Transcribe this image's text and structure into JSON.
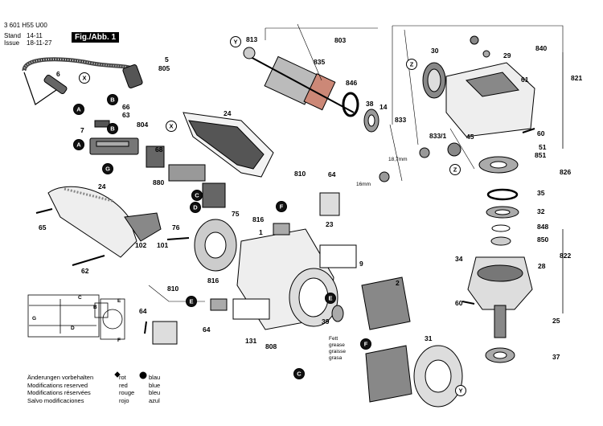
{
  "header": {
    "doc_number": "3 601 H55 U00",
    "stand_label": "Stand",
    "stand_value": "14-11",
    "issue_label": "Issue",
    "issue_value": "18-11-27",
    "figure_label": "Fig./Abb. 1"
  },
  "legend": {
    "changes": [
      "Änderungen vorbehalten",
      "Modifications reserved",
      "Modifications réservées",
      "Salvo modificaciones"
    ],
    "red": [
      "rot",
      "red",
      "rouge",
      "rojo"
    ],
    "blue": [
      "blau",
      "blue",
      "bleu",
      "azul"
    ]
  },
  "grease_note": [
    "Fett",
    "grease",
    "graisse",
    "grasa"
  ],
  "dims": {
    "d1": "18,7mm",
    "d2": "16mm"
  },
  "part_numbers": [
    "813",
    "803",
    "835",
    "840",
    "30",
    "29",
    "821",
    "5",
    "805",
    "6",
    "846",
    "38",
    "14",
    "833",
    "833/1",
    "61",
    "60",
    "51",
    "851",
    "826",
    "66",
    "63",
    "804",
    "24",
    "7",
    "68",
    "45",
    "35",
    "32",
    "848",
    "850",
    "822",
    "880",
    "810",
    "64",
    "28",
    "34",
    "75",
    "816",
    "1",
    "23",
    "9",
    "2",
    "65",
    "102",
    "101",
    "76",
    "62",
    "25",
    "37",
    "131",
    "808",
    "39",
    "31"
  ],
  "letters": [
    "A",
    "B",
    "C",
    "D",
    "E",
    "F",
    "G",
    "X",
    "Y",
    "Z"
  ],
  "schematic_letters": [
    "C",
    "E",
    "F",
    "G",
    "B",
    "D"
  ]
}
